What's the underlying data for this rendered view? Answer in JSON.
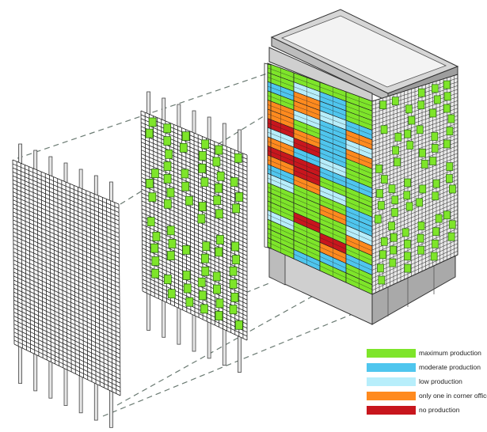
{
  "diagram": {
    "colors": {
      "green": "#7ee52a",
      "blue": "#4fc6ee",
      "light_blue": "#b7eefb",
      "orange": "#ff8a1e",
      "red": "#c8161d",
      "grid_line": "#222222",
      "building_gray": "#c8c8c8"
    }
  },
  "legend": {
    "items": [
      {
        "label": "maximum production",
        "color": "#7ee52a"
      },
      {
        "label": "moderate production",
        "color": "#4fc6ee"
      },
      {
        "label": "low production",
        "color": "#b7eefb"
      },
      {
        "label": "only one in corner office",
        "color": "#ff8a1e"
      },
      {
        "label": "no production",
        "color": "#c8161d"
      }
    ]
  }
}
